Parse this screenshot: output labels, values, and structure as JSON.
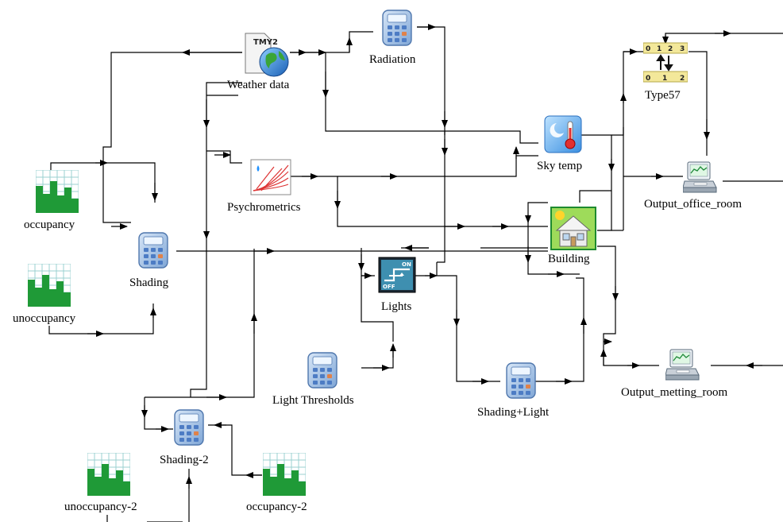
{
  "components": {
    "weather": "Weather data",
    "radiation": "Radiation",
    "type57": "Type57",
    "sky_temp": "Sky temp",
    "occupancy": "occupancy",
    "psychrometrics": "Psychrometrics",
    "output_office_room": "Output_office_room",
    "building": "Building",
    "unoccupancy": "unoccupancy",
    "shading": "Shading",
    "lights": "Lights",
    "light_thresholds": "Light Thresholds",
    "shading_light": "Shading+Light",
    "output_metting_room": "Output_metting_room",
    "shading_2": "Shading-2",
    "unoccupancy_2": "unoccupancy-2",
    "occupancy_2": "occupancy-2"
  },
  "icons": {
    "weather": "tmy2-weather-globe-icon",
    "calculator": "calculator-equation-icon",
    "schedule": "bar-schedule-icon",
    "psychrometrics": "psychrometric-chart-icon",
    "sky_temp": "sky-temperature-icon",
    "building": "building-house-icon",
    "lights": "on-off-controller-icon",
    "printer": "online-plotter-printer-icon",
    "type57": "unit-conversion-icon"
  },
  "weather_icon_text": "TMY2",
  "lights_icon_text": {
    "on": "ON",
    "off": "OFF"
  },
  "type57_ruler_top": [
    "0",
    "1",
    "2",
    "3"
  ],
  "type57_ruler_bottom": [
    "0",
    "1",
    "2"
  ]
}
